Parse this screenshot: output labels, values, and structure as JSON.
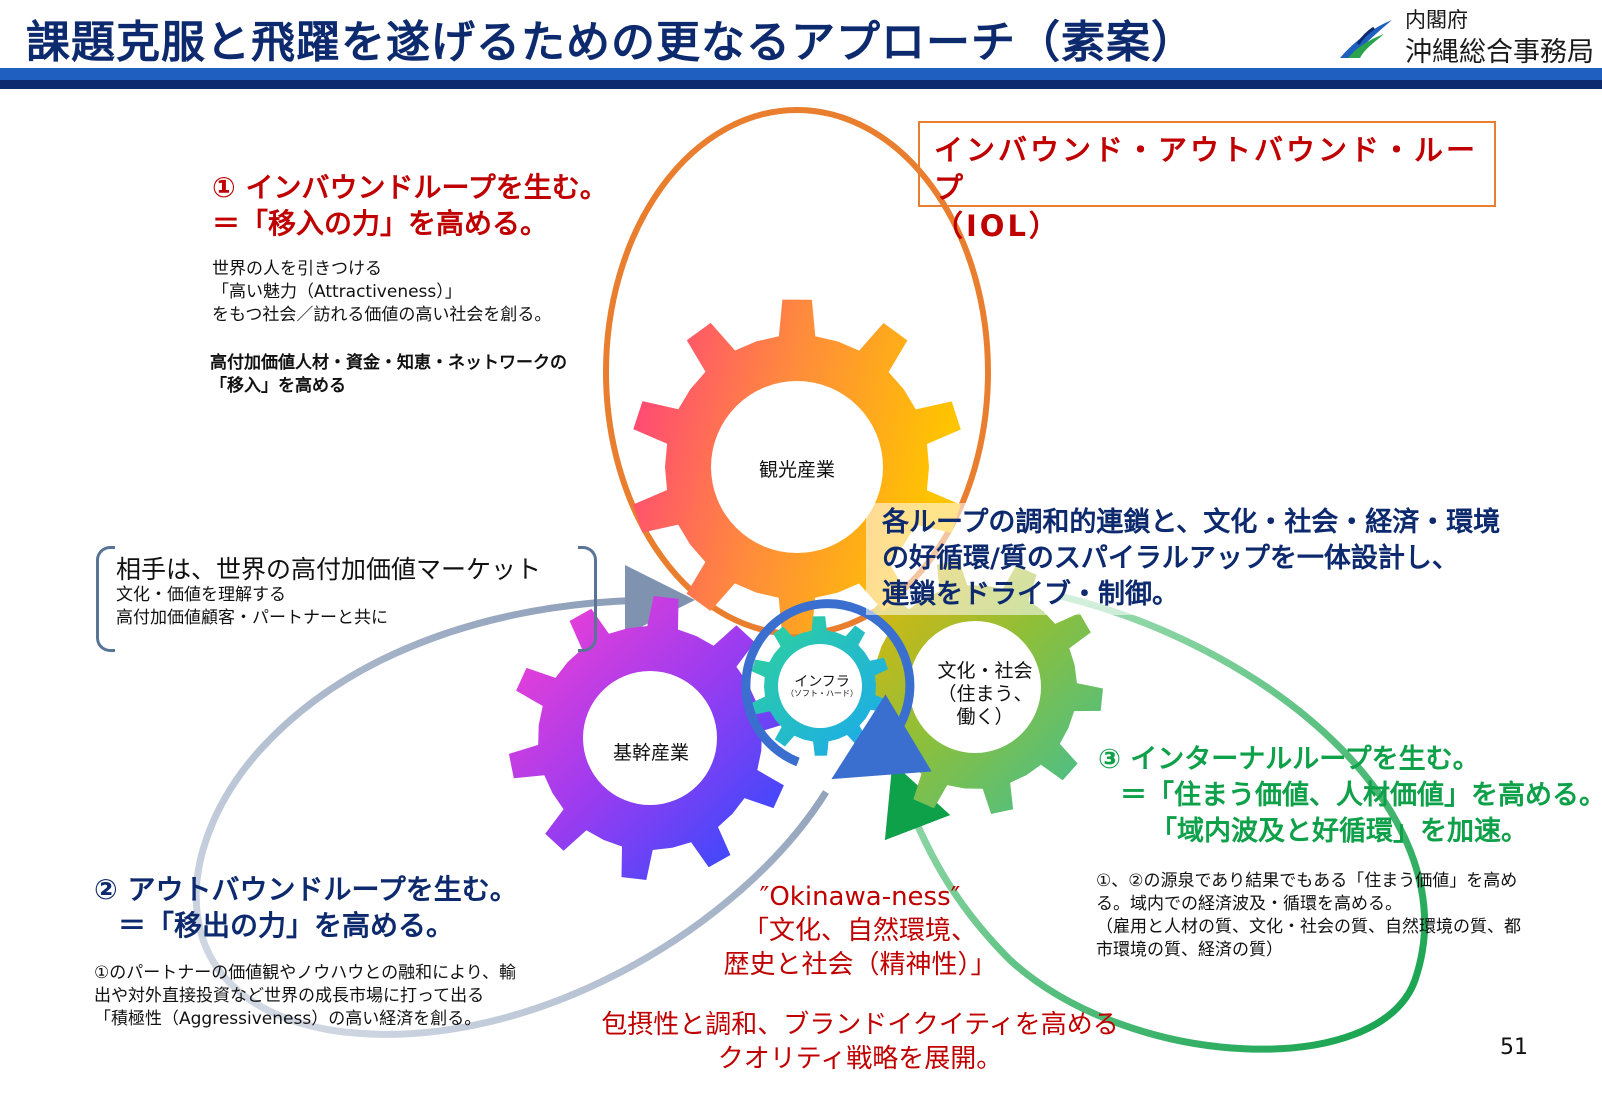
{
  "header": {
    "title": "課題克服と飛躍を遂げるための更なるアプローチ（素案）",
    "org_line1": "内閣府",
    "org_line2": "沖縄総合事務局"
  },
  "colors": {
    "navy": "#0d2a6e",
    "blue_bar": "#1f5fbf",
    "red": "#c00000",
    "green": "#0fa04a",
    "orange_loop": "#e97e2f",
    "gray_loop": "#8a9bb5"
  },
  "gears": {
    "tourism": "観光産業",
    "core": "基幹産業",
    "infra": "インフラ",
    "infra_sub": "（ソフト・ハード）",
    "culture_line1": "文化・社会",
    "culture_line2": "（住まう、",
    "culture_line3": "働く）"
  },
  "iol": {
    "line1": "インバウンド・アウトバウンド・ループ",
    "line2": "（IOL）"
  },
  "loop1": {
    "heading1": "①  インバウンドループを生む。",
    "heading2": "＝「移入の力」を高める。",
    "body1": "世界の人を引きつける",
    "body2": "「高い魅力（Attractiveness）」",
    "body3": "をもつ社会／訪れる価値の高い社会を創る。",
    "bold1": "高付加価値人材・資金・知恵・ネットワークの",
    "bold2": "「移入」を高める"
  },
  "market": {
    "title": "相手は、世界の高付加価値マーケット",
    "line1": "文化・価値を理解する",
    "line2": "高付加価値顧客・パートナーと共に"
  },
  "center": {
    "line1": "各ループの調和的連鎖と、文化・社会・経済・環境",
    "line2": "の好循環/質のスパイラルアップを一体設計し、",
    "line3": "連鎖をドライブ・制御。"
  },
  "loop2": {
    "heading1": "②  アウトバウンドループを生む。",
    "heading2": "＝「移出の力」を高める。",
    "body1": "①のパートナーの価値観やノウハウとの融和により、輸",
    "body2": "出や対外直接投資など世界の成長市場に打って出る",
    "body3": "「積極性（Aggressiveness）の高い経済を創る。"
  },
  "loop3": {
    "heading1": "③  インターナルループを生む。",
    "heading2": "＝「住まう価値、人材価値」を高める。",
    "heading3": "「域内波及と好循環」を加速。",
    "body1": "①、②の源泉であり結果でもある「住まう価値」を高め",
    "body2": "る。域内での経済波及・循環を高める。",
    "body3": "（雇用と人材の質、文化・社会の質、自然環境の質、都",
    "body4": "市環境の質、経済の質）"
  },
  "okinawa": {
    "line1": "″Okinawa-ness″",
    "line2": "「文化、自然環境、",
    "line3": "歴史と社会（精神性）」"
  },
  "strategy": {
    "line1": "包摂性と調和、ブランドイクイティを高める",
    "line2": "クオリティ戦略を展開。"
  },
  "page_number": "51"
}
